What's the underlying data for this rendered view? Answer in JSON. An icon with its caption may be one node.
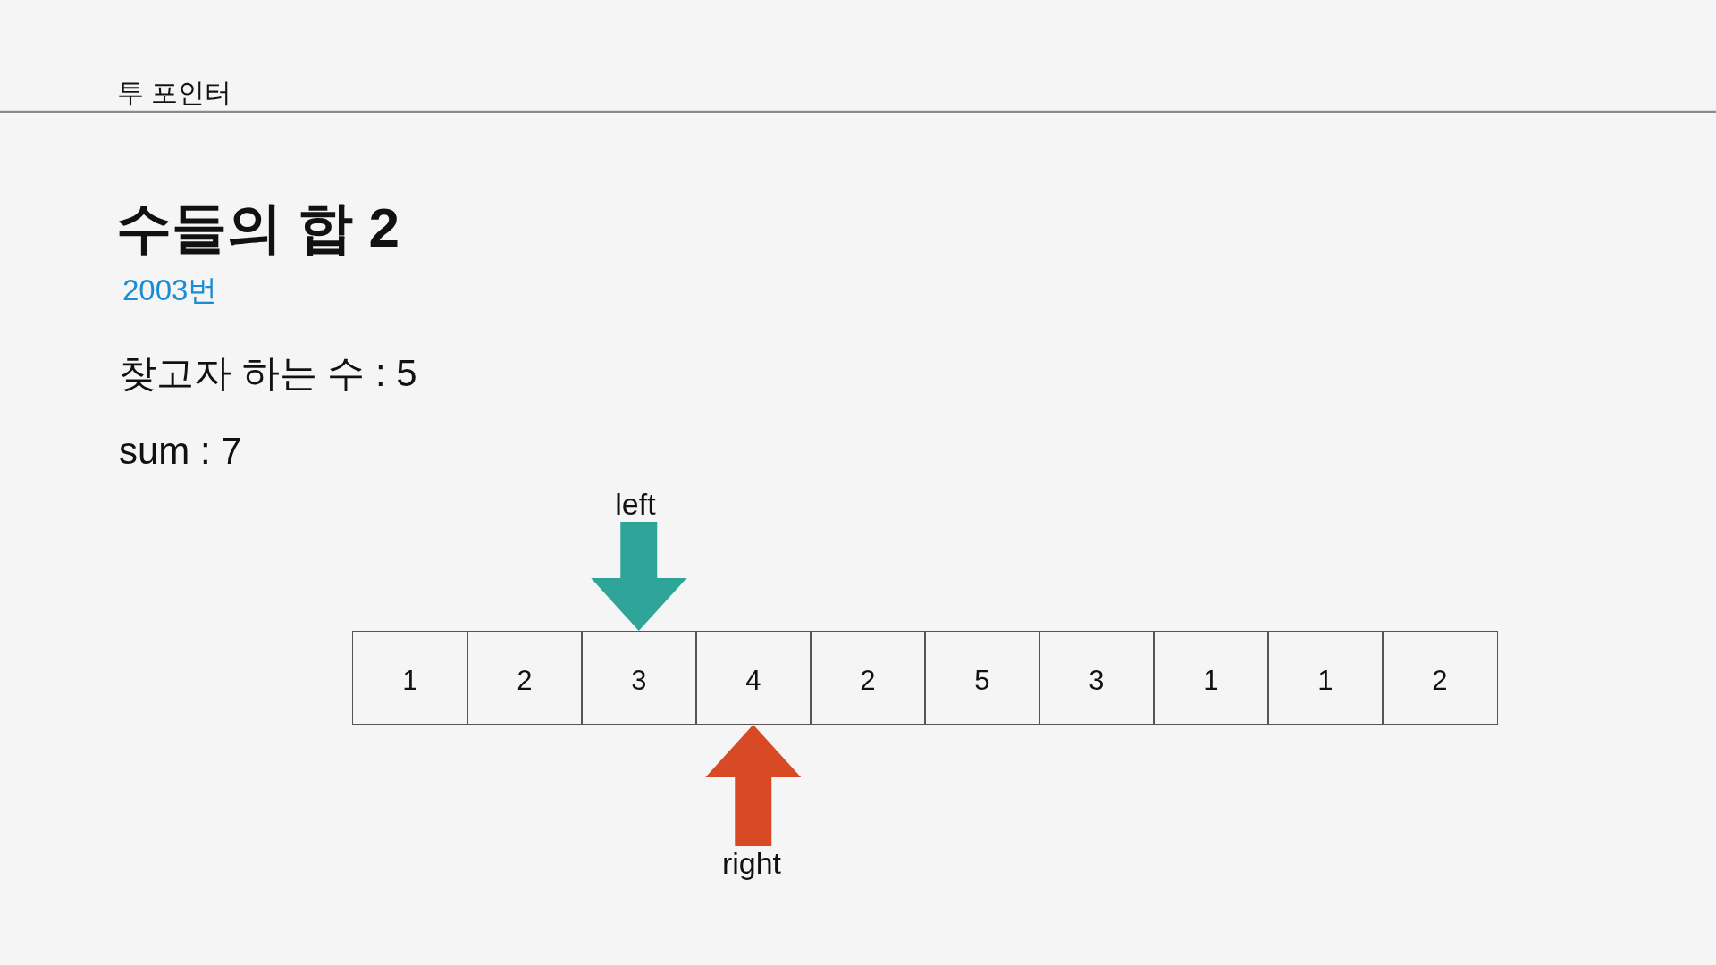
{
  "diagram": {
    "title": "수들의 합 2",
    "nodes": [
      {
        "text": [
          "left"
        ]
      },
      {
        "text": [
          "1"
        ]
      },
      {
        "text": [
          "2"
        ]
      },
      {
        "text": [
          "3"
        ]
      },
      {
        "text": [
          "4"
        ]
      },
      {
        "text": [
          "2"
        ]
      },
      {
        "text": [
          "5"
        ]
      },
      {
        "text": [
          "3"
        ]
      },
      {
        "text": [
          "1"
        ]
      },
      {
        "text": [
          "1"
        ]
      },
      {
        "text": [
          "2"
        ]
      },
      {
        "text": [
          "right"
        ]
      }
    ],
    "edges": [
      {
        "from": 0,
        "to": 3,
        "arrow": "to",
        "color": "#2fa599"
      },
      {
        "from": 11,
        "to": 4,
        "arrow": "to",
        "color": "#d84a25"
      }
    ],
    "labels": [
      "투 포인터",
      "2003번",
      "찾고자 하는 수 : 5",
      "sum : 7"
    ]
  }
}
